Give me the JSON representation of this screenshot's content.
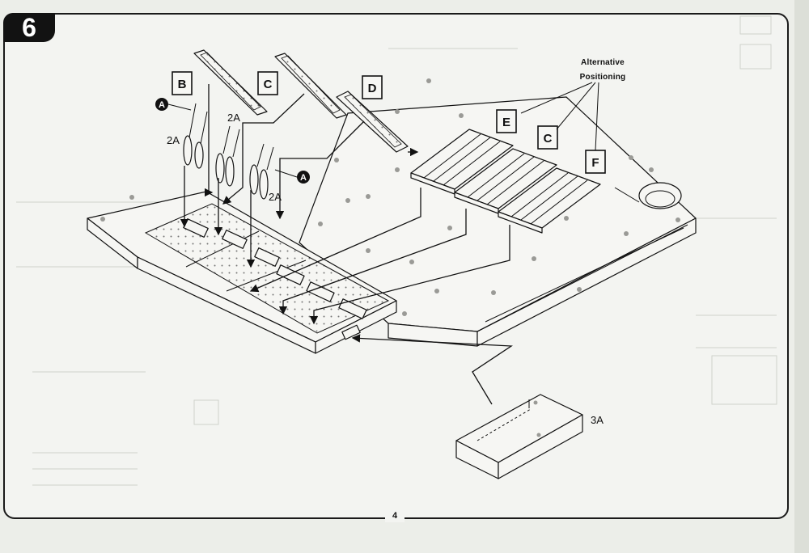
{
  "step_number": "6",
  "page_number": "4",
  "alternative_line1": "Alternative",
  "alternative_line2": "Positioning",
  "labels": {
    "b": "B",
    "c_top": "C",
    "d": "D",
    "e": "E",
    "c_alt": "C",
    "f": "F"
  },
  "callouts": {
    "circle_a_left": "A",
    "circle_a_right": "A",
    "qty_2a_left": "2A",
    "qty_2a_mid": "2A",
    "qty_2a_right": "2A",
    "qty_3a": "3A"
  }
}
